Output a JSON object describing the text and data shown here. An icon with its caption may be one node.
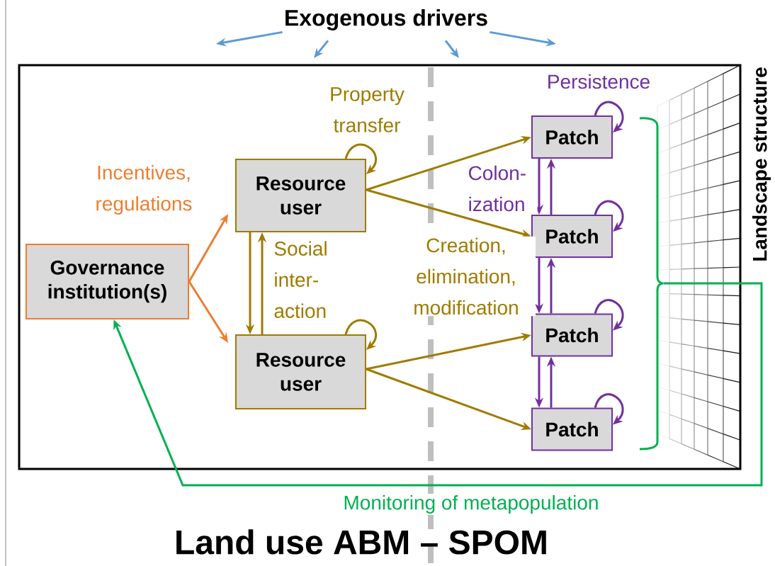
{
  "diagram": {
    "title": "Land use ABM – SPOM",
    "nodes": [
      {
        "text": [
          "Exogenous drivers"
        ]
      },
      {
        "text": [
          "Governance institution(s)"
        ]
      },
      {
        "text": [
          "Resource user"
        ]
      },
      {
        "text": [
          "Resource user"
        ]
      },
      {
        "text": [
          "Patch"
        ]
      },
      {
        "text": [
          "Patch"
        ]
      },
      {
        "text": [
          "Patch"
        ]
      },
      {
        "text": [
          "Patch"
        ]
      },
      {
        "text": [],
        "shape": "bracket"
      }
    ],
    "edges": [
      {
        "from": 0,
        "to": null,
        "arrow": "to",
        "color": "#5b9bd5"
      },
      {
        "from": 0,
        "to": null,
        "arrow": "to",
        "color": "#5b9bd5"
      },
      {
        "from": 0,
        "to": null,
        "arrow": "to",
        "color": "#5b9bd5"
      },
      {
        "from": 0,
        "to": null,
        "arrow": "to",
        "color": "#5b9bd5"
      },
      {
        "from": 1,
        "to": 2,
        "arrow": "to",
        "color": "#ed7d31",
        "label": "Incentives, regulations"
      },
      {
        "from": 1,
        "to": 3,
        "arrow": "to",
        "color": "#ed7d31"
      },
      {
        "from": 2,
        "to": 3,
        "arrow": "to",
        "color": "#9f7b00"
      },
      {
        "from": 3,
        "to": 2,
        "arrow": "to",
        "color": "#9f7b00",
        "label": "Social inter- action"
      },
      {
        "from": 2,
        "to": 2,
        "arrow": "to",
        "color": "#9f7b00",
        "label": "Property transfer"
      },
      {
        "from": 3,
        "to": 3,
        "arrow": "to",
        "color": "#9f7b00"
      },
      {
        "from": 2,
        "to": 4,
        "arrow": "to",
        "color": "#9f7b00"
      },
      {
        "from": 2,
        "to": 5,
        "arrow": "to",
        "color": "#9f7b00",
        "label": "Creation, elimination, modification"
      },
      {
        "from": 3,
        "to": 6,
        "arrow": "to",
        "color": "#9f7b00"
      },
      {
        "from": 3,
        "to": 7,
        "arrow": "to",
        "color": "#9f7b00"
      },
      {
        "from": 4,
        "to": 4,
        "arrow": "to",
        "color": "#7030a0",
        "label": "Persistence"
      },
      {
        "from": 5,
        "to": 5,
        "arrow": "to",
        "color": "#7030a0"
      },
      {
        "from": 6,
        "to": 6,
        "arrow": "to",
        "color": "#7030a0"
      },
      {
        "from": 7,
        "to": 7,
        "arrow": "to",
        "color": "#7030a0"
      },
      {
        "from": 4,
        "to": 5,
        "arrow": "to",
        "color": "#7030a0"
      },
      {
        "from": 5,
        "to": 4,
        "arrow": "to",
        "color": "#7030a0",
        "label": "Colon- ization"
      },
      {
        "from": 5,
        "to": 6,
        "arrow": "to",
        "color": "#7030a0"
      },
      {
        "from": 6,
        "to": 5,
        "arrow": "to",
        "color": "#7030a0"
      },
      {
        "from": 6,
        "to": 7,
        "arrow": "to",
        "color": "#7030a0"
      },
      {
        "from": 7,
        "to": 6,
        "arrow": "to",
        "color": "#7030a0"
      },
      {
        "from": 8,
        "to": 1,
        "arrow": "to",
        "color": "#00b050",
        "label": "Monitoring of metapopulation"
      }
    ],
    "labels": [
      "Landscape structure"
    ]
  }
}
